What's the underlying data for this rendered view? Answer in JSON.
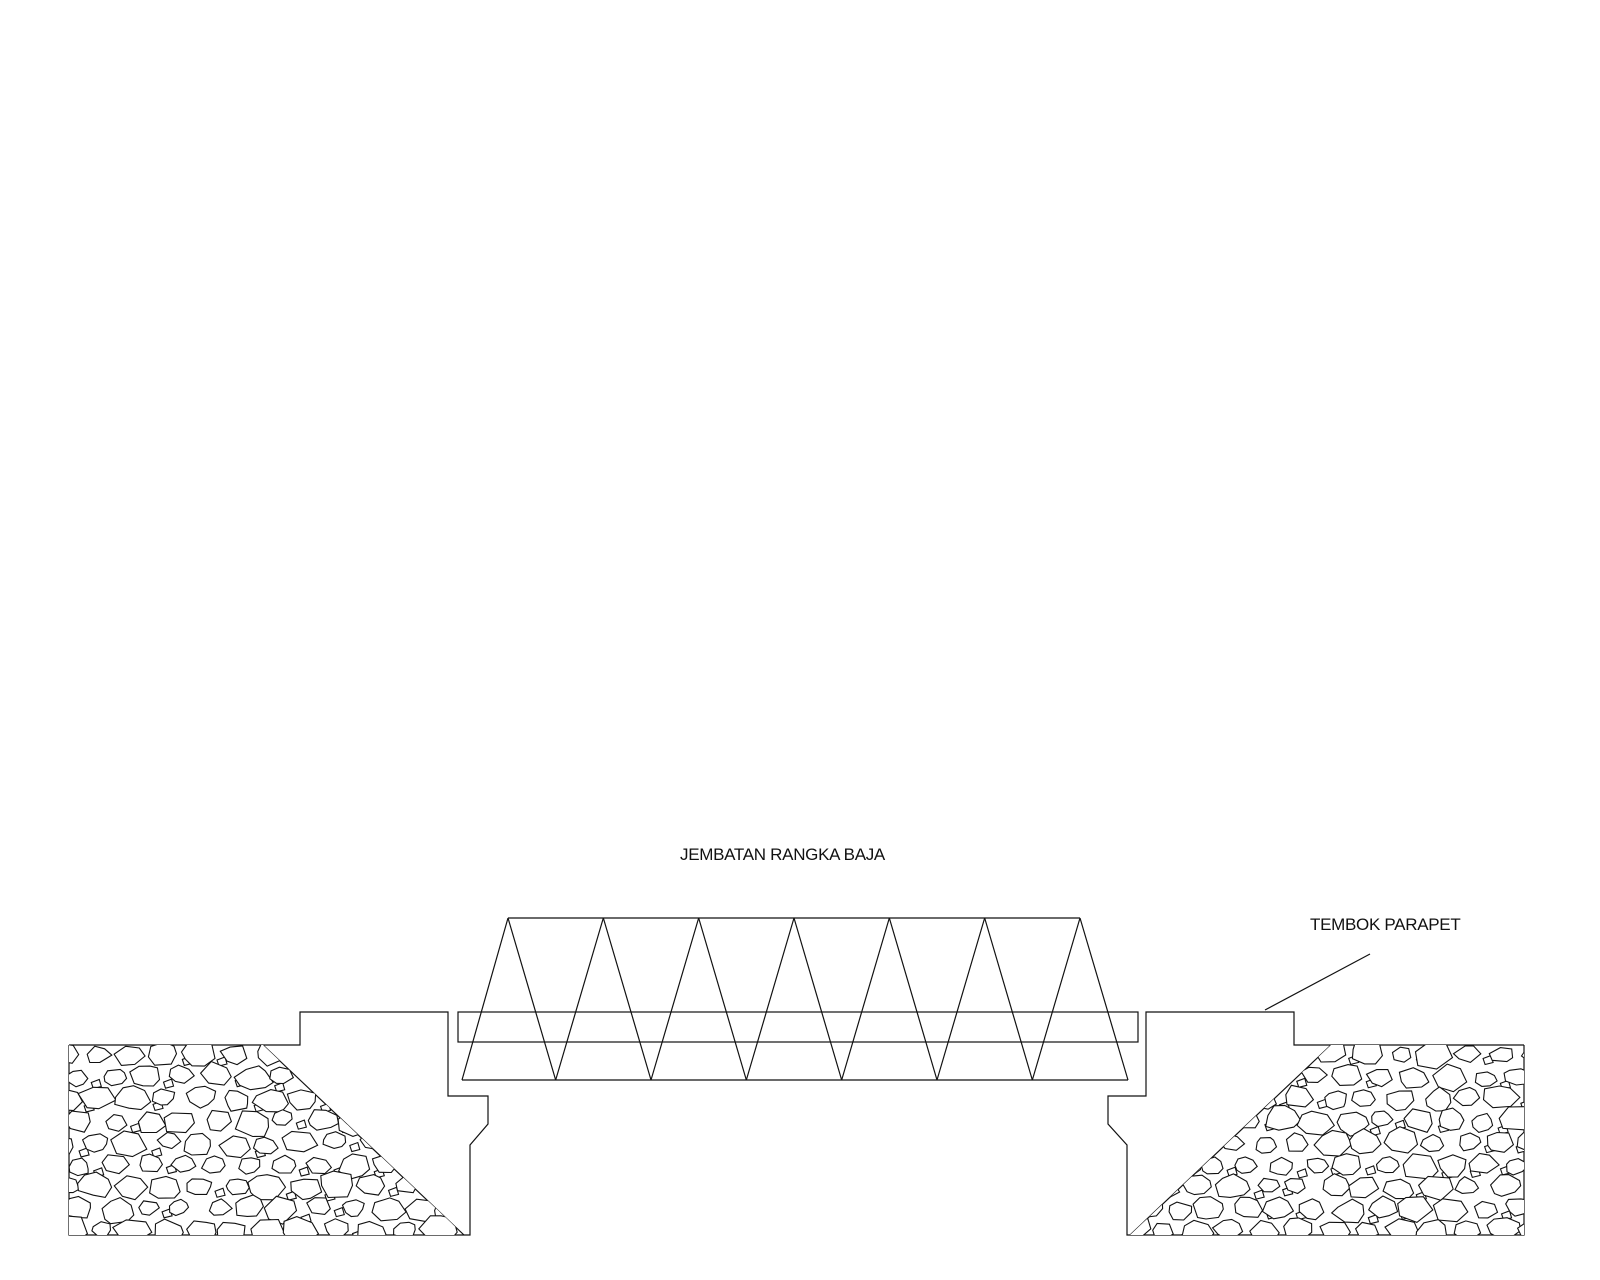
{
  "labels": {
    "bridge_title": "JEMBATAN RANGKA BAJA",
    "parapet_label": "TEMBOK PARAPET"
  },
  "truss": {
    "panel_count": 6
  },
  "colors": {
    "line": "#111111",
    "background": "#ffffff"
  }
}
